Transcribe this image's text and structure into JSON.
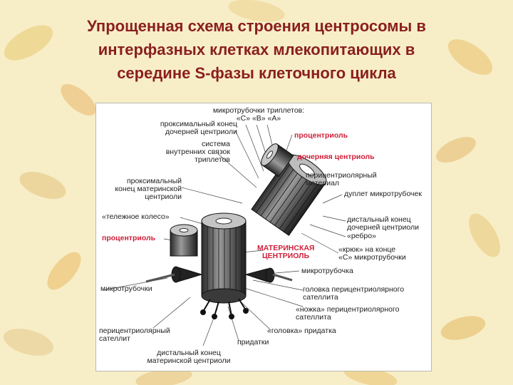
{
  "title": {
    "line1": "Упрощенная схема строения центросомы в",
    "line2": "интерфазных клетках млекопитающих в",
    "line3": "середине S-фазы клеточного цикла"
  },
  "colors": {
    "title": "#8a1f1f",
    "red_labels": "#d0203a",
    "label_text": "#222222"
  },
  "labels": {
    "triplet_mt_1": "микротрубочки триплетов:",
    "triplet_mt_2": "«C» «B» «A»",
    "prox_end_daughter_1": "проксимальный конец",
    "prox_end_daughter_2": "дочерней центриоли",
    "inner_links_1": "система",
    "inner_links_2": "внутренних связок",
    "inner_links_3": "триплетов",
    "procentriole_top": "процентриоль",
    "daughter_centriole": "дочерняя центриоль",
    "pcm_top_1": "перицентриолярный",
    "pcm_top_2": "материал",
    "doublet_mt": "дуплет микротрубочек",
    "prox_end_mother_1": "проксимальный",
    "prox_end_mother_2": "конец материнской",
    "prox_end_mother_3": "центриоли",
    "cartwheel": "«тележное колесо»",
    "distal_end_daughter_1": "дистальный конец",
    "distal_end_daughter_2": "дочерней центриоли",
    "rib": "«ребро»",
    "procentriole_left": "процентриоль",
    "mother_centriole_1": "МАТЕРИНСКАЯ",
    "mother_centriole_2": "ЦЕНТРИОЛЬ",
    "hook_1": "«крюк» на конце",
    "hook_2": "«C» микротрубочки",
    "microtubule": "микротрубочка",
    "microtubules_left": "микротрубочки",
    "satellite_head_1": "головка перицентриолярного",
    "satellite_head_2": "сателлита",
    "satellite_leg_1": "«ножка» перицентриолярного",
    "satellite_leg_2": "сателлита",
    "pcm_satellite_1": "перицентриолярный",
    "pcm_satellite_2": "сателлит",
    "appendage_head": "«головка» придатка",
    "appendages": "придатки",
    "distal_end_mother_1": "дистальный конец",
    "distal_end_mother_2": "материнской центриоли"
  }
}
